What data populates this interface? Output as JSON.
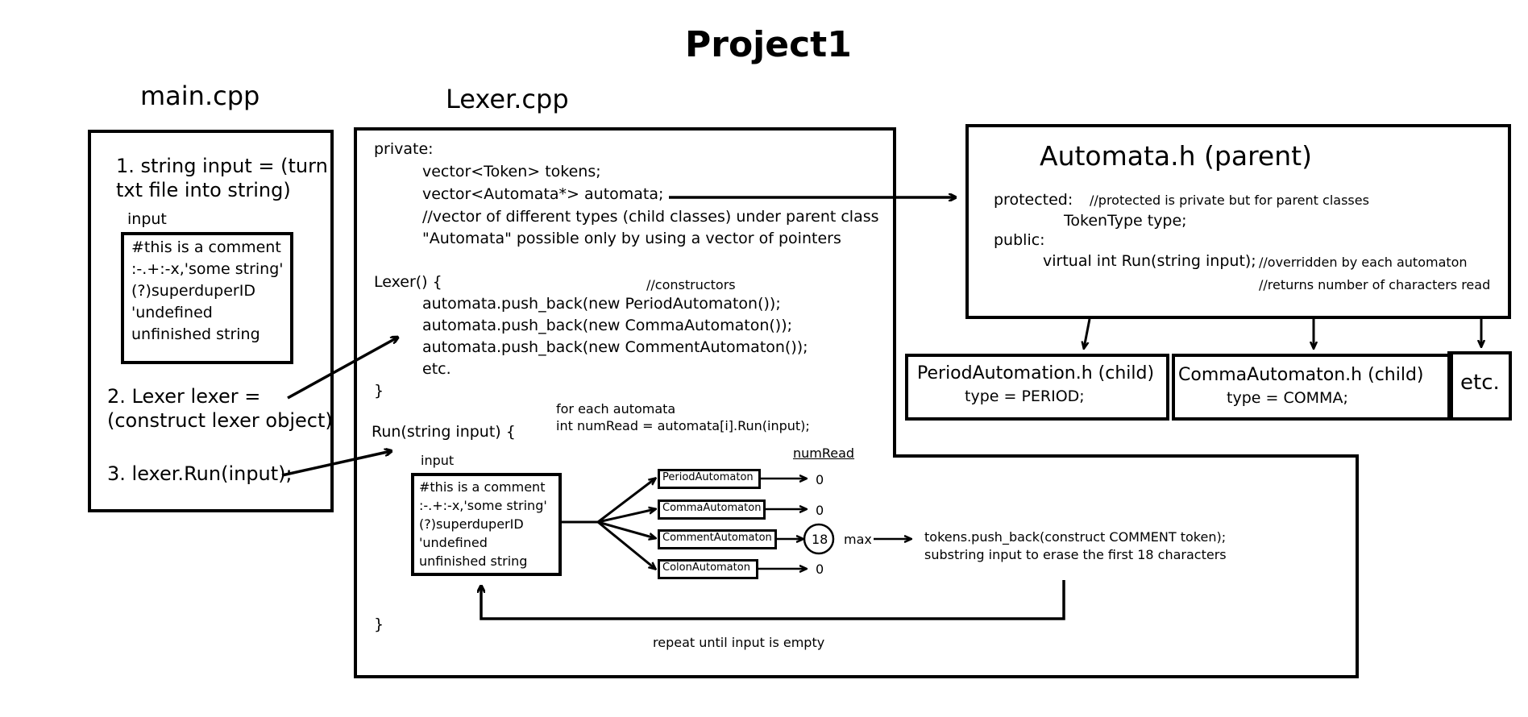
{
  "title": "Project1",
  "main": {
    "header": "main.cpp",
    "step1_line1": "1. string input = (turn",
    "step1_line2": "txt file into string)",
    "input_label": "input",
    "input_lines": [
      "#this is a comment",
      ":-.+:-x,'some string'",
      "(?)superduperID",
      "'undefined",
      "unfinished string"
    ],
    "step2_line1": "2. Lexer lexer =",
    "step2_line2": "(construct lexer object)",
    "step3": "3. lexer.Run(input);"
  },
  "lexer": {
    "header": "Lexer.cpp",
    "private": "private:",
    "tokens": "vector<Token> tokens;",
    "automata": "vector<Automata*> automata;",
    "comment1": "//vector of different types (child classes) under parent class",
    "comment2": "\"Automata\" possible only by using a vector of pointers",
    "ctor": "Lexer() {",
    "ctor_comment": "//constructors",
    "push1": "automata.push_back(new PeriodAutomaton());",
    "push2": "automata.push_back(new CommaAutomaton());",
    "push3": "automata.push_back(new CommentAutomaton());",
    "etc": "etc.",
    "close1": "}",
    "for_each1": "for each automata",
    "for_each2": "int numRead = automata[i].Run(input);",
    "run": "Run(string input) {",
    "input_label": "input",
    "input_lines": [
      "#this is a comment",
      ":-.+:-x,'some string'",
      "(?)superduperID",
      "'undefined",
      "unfinished string"
    ],
    "numread_header": "numRead",
    "automatons": [
      {
        "name": "PeriodAutomaton",
        "value": "0"
      },
      {
        "name": "CommaAutomaton",
        "value": "0"
      },
      {
        "name": "CommentAutomaton",
        "value": "18"
      },
      {
        "name": "ColonAutomaton",
        "value": "0"
      }
    ],
    "max": "max",
    "result1": "tokens.push_back(construct COMMENT token);",
    "result2": "substring input to erase the first 18 characters",
    "repeat": "repeat until input is empty",
    "close2": "}"
  },
  "automata_h": {
    "title": "Automata.h (parent)",
    "protected": "protected:",
    "protected_comment": "//protected is private but for parent classes",
    "type": "TokenType type;",
    "public": "public:",
    "run": "virtual int Run(string input);",
    "run_comment1": "//overridden by each automaton",
    "run_comment2": "//returns number of characters read"
  },
  "children": [
    {
      "title": "PeriodAutomation.h (child)",
      "type": "type = PERIOD;"
    },
    {
      "title": "CommaAutomaton.h (child)",
      "type": "type = COMMA;"
    },
    {
      "title": "etc.",
      "type": ""
    }
  ]
}
